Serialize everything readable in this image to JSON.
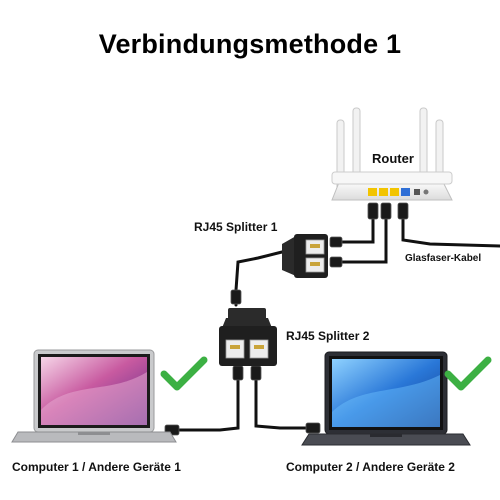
{
  "title": "Verbindungsmethode 1",
  "labels": {
    "router": "Router",
    "splitter1": "RJ45 Splitter 1",
    "splitter2": "RJ45 Splitter 2",
    "fiber": "Glasfaser-Kabel",
    "computer1": "Computer 1 / Andere Geräte 1",
    "computer2": "Computer 2 / Andere Geräte 2"
  },
  "colors": {
    "cable": "#111111",
    "check": "#3cb043",
    "router_port_yellow": "#f2c400",
    "router_port_blue": "#2f6fd6"
  },
  "icons": [
    "router-icon",
    "splitter-icon",
    "laptop-icon",
    "checkmark-icon"
  ]
}
